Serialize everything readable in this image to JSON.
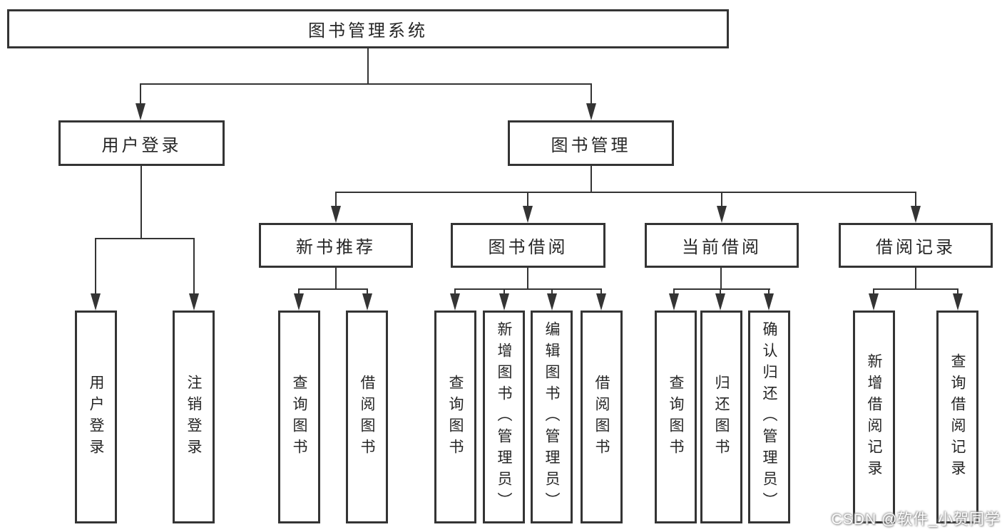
{
  "colors": {
    "line": "#343434",
    "text": "#262626",
    "background": "#ffffff",
    "watermark": "#fdfdfd"
  },
  "watermark": {
    "text": "CSDN @软件_小贺同学"
  },
  "tree": {
    "root": {
      "label": "图书管理系统"
    },
    "branches": [
      {
        "label": "用户登录",
        "children": [
          {
            "label": "用户登录"
          },
          {
            "label": "注销登录"
          }
        ]
      },
      {
        "label": "图书管理",
        "children": [
          {
            "label": "新书推荐",
            "children": [
              {
                "label": "查询图书"
              },
              {
                "label": "借阅图书"
              }
            ]
          },
          {
            "label": "图书借阅",
            "children": [
              {
                "label": "查询图书"
              },
              {
                "label": "新增图书（管理员）"
              },
              {
                "label": "编辑图书（管理员）"
              },
              {
                "label": "借阅图书"
              }
            ]
          },
          {
            "label": "当前借阅",
            "children": [
              {
                "label": "查询图书"
              },
              {
                "label": "归还图书"
              },
              {
                "label": "确认归还（管理员）"
              }
            ]
          },
          {
            "label": "借阅记录",
            "children": [
              {
                "label": "新增借阅记录"
              },
              {
                "label": "查询借阅记录"
              }
            ]
          }
        ]
      }
    ]
  }
}
